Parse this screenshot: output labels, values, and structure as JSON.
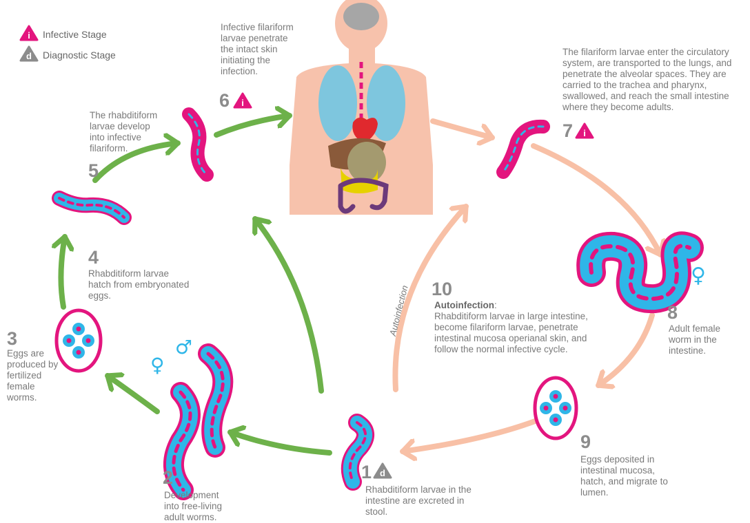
{
  "legend": {
    "infective": "Infective Stage",
    "diagnostic": "Diagnostic Stage",
    "infective_icon": "i",
    "diagnostic_icon": "d"
  },
  "colors": {
    "green_arrow": "#6db14a",
    "peach_arrow": "#f8c0a6",
    "magenta": "#e3157e",
    "cyan": "#2fb6e8",
    "grey_icon": "#8c8c8c",
    "skin": "#f7c2ac"
  },
  "stages": [
    {
      "num": "1",
      "text": "Rhabditiform larvae in the intestine are excreted in stool."
    },
    {
      "num": "2",
      "text": "Development into free-living adult worms."
    },
    {
      "num": "3",
      "text": "Eggs are produced by fertilized female worms."
    },
    {
      "num": "4",
      "text": "Rhabditiform larvae hatch from embryonated eggs."
    },
    {
      "num": "5",
      "text": "The rhabditiform larvae develop into infective filariform."
    },
    {
      "num": "6",
      "text": "Infective filariform larvae penetrate the intact skin initiating the infection."
    },
    {
      "num": "7",
      "text": "The filariform larvae enter the circulatory system, are transported to the lungs, and penetrate the alveolar spaces. They are carried to the trachea and pharynx, swallowed, and reach the small intestine where they become adults."
    },
    {
      "num": "8",
      "text": "Adult female worm in the intestine."
    },
    {
      "num": "9",
      "text": "Eggs deposited in intestinal mucosa, hatch, and migrate to lumen."
    },
    {
      "num": "10",
      "heading": "Autoinfection",
      "text": "Rhabditiform larvae in large intestine, become filariform larvae, penetrate intestinal mucosa operianal skin, and follow the normal infective cycle."
    }
  ],
  "autoinfection_arrow_label": "Autoinfection",
  "symbols": {
    "female": "♀",
    "male": "♂"
  }
}
